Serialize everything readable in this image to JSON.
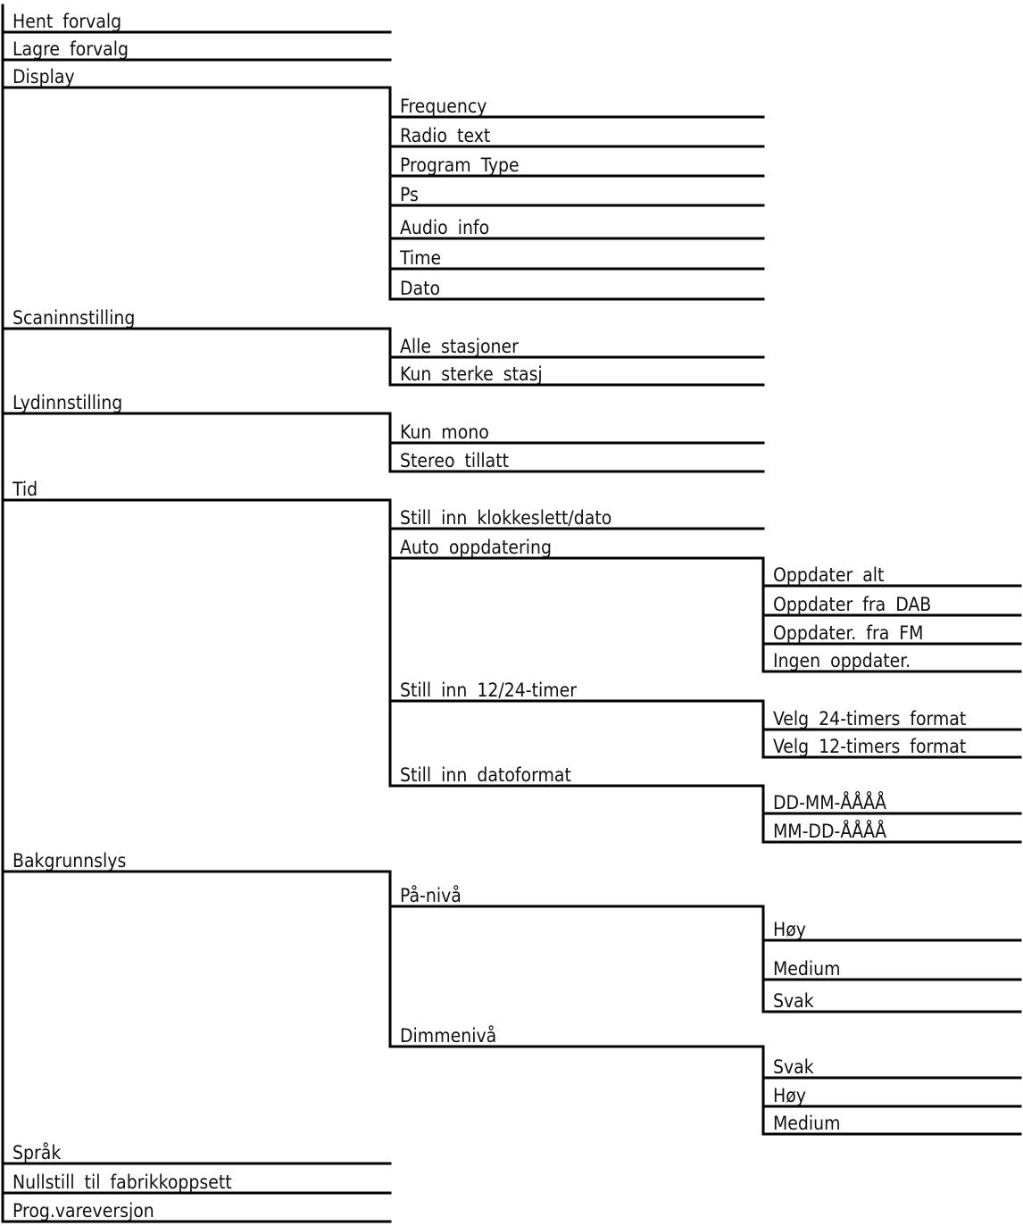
{
  "menu": [
    {
      "label": "Hent forvalg"
    },
    {
      "label": "Lagre forvalg"
    },
    {
      "label": "Display",
      "children": [
        {
          "label": "Frequency"
        },
        {
          "label": "Radio text"
        },
        {
          "label": "Program Type"
        },
        {
          "label": "Ps"
        },
        {
          "label": "Audio info"
        },
        {
          "label": "Time"
        },
        {
          "label": "Dato"
        }
      ]
    },
    {
      "label": "Scaninnstilling",
      "children": [
        {
          "label": "Alle stasjoner"
        },
        {
          "label": "Kun sterke stasj"
        }
      ]
    },
    {
      "label": "Lydinnstilling",
      "children": [
        {
          "label": "Kun mono"
        },
        {
          "label": "Stereo tillatt"
        }
      ]
    },
    {
      "label": "Tid",
      "children": [
        {
          "label": "Still inn klokkeslett/dato"
        },
        {
          "label": "Auto oppdatering",
          "children": [
            {
              "label": "Oppdater alt"
            },
            {
              "label": "Oppdater fra DAB"
            },
            {
              "label": "Oppdater. fra FM"
            },
            {
              "label": "Ingen oppdater."
            }
          ]
        },
        {
          "label": "Still inn 12/24-timer",
          "children": [
            {
              "label": "Velg 24-timers format"
            },
            {
              "label": "Velg 12-timers format"
            }
          ]
        },
        {
          "label": "Still inn datoformat",
          "children": [
            {
              "label": "DD-MM-ÅÅÅÅ"
            },
            {
              "label": "MM-DD-ÅÅÅÅ"
            }
          ]
        }
      ]
    },
    {
      "label": "Bakgrunnslys",
      "children": [
        {
          "label": "På-nivå",
          "children": [
            {
              "label": "Høy"
            },
            {
              "label": "Medium"
            },
            {
              "label": "Svak"
            }
          ]
        },
        {
          "label": "Dimmenivå",
          "children": [
            {
              "label": "Svak"
            },
            {
              "label": "Høy"
            },
            {
              "label": "Medium"
            }
          ]
        }
      ]
    },
    {
      "label": "Språk"
    },
    {
      "label": "Nullstill til fabrikkoppsett"
    },
    {
      "label": "Prog.vareversjon"
    }
  ]
}
